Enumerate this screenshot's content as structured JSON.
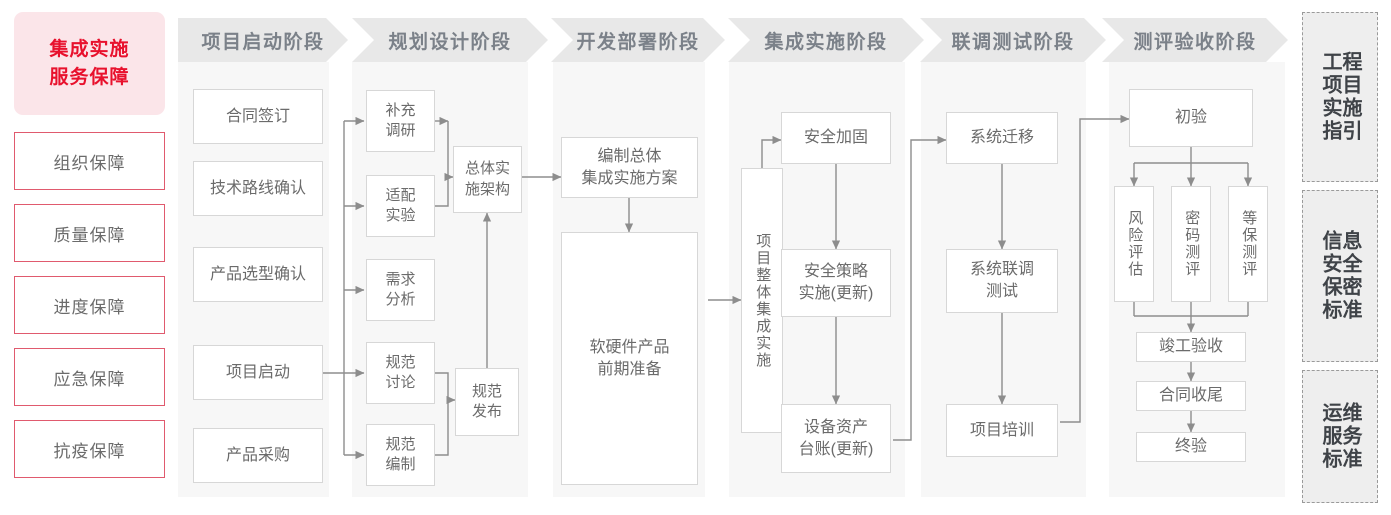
{
  "title": "集成实施服务保障",
  "colors": {
    "accent_red": "#e8112d",
    "accent_red_border": "#e05a6e",
    "title_bg": "#fbe5e9",
    "header_bg": "#e8e8e8",
    "header_text": "#7b8189",
    "column_bg": "#f7f7f7",
    "node_border": "#d7d7d7",
    "node_text": "#6b6b6b",
    "wire": "#8d8d8d",
    "sidebar_bg": "#eeeeee",
    "sidebar_border": "#9a9a9a"
  },
  "left_panel": {
    "title": "集成实施\n服务保障",
    "title_line1": "集成实施",
    "title_line2": "服务保障",
    "items": [
      {
        "label": "组织保障"
      },
      {
        "label": "质量保障"
      },
      {
        "label": "进度保障"
      },
      {
        "label": "应急保障"
      },
      {
        "label": "抗疫保障"
      }
    ]
  },
  "phases": [
    {
      "id": "startup",
      "header": "项目启动阶段",
      "nodes": [
        {
          "id": "contract",
          "label": "合同签订"
        },
        {
          "id": "techroute",
          "label": "技术路线确认"
        },
        {
          "id": "product",
          "label": "产品选型确认"
        },
        {
          "id": "kickoff",
          "label": "项目启动"
        },
        {
          "id": "purchase",
          "label": "产品采购"
        }
      ]
    },
    {
      "id": "planning",
      "header": "规划设计阶段",
      "nodes": [
        {
          "id": "survey",
          "label": "补充\n调研",
          "l1": "补充",
          "l2": "调研"
        },
        {
          "id": "adapt",
          "label": "适配\n实验",
          "l1": "适配",
          "l2": "实验"
        },
        {
          "id": "demand",
          "label": "需求\n分析",
          "l1": "需求",
          "l2": "分析"
        },
        {
          "id": "specdisc",
          "label": "规范\n讨论",
          "l1": "规范",
          "l2": "讨论"
        },
        {
          "id": "specwrite",
          "label": "规范\n编制",
          "l1": "规范",
          "l2": "编制"
        },
        {
          "id": "arch",
          "label": "总体实\n施架构",
          "l1": "总体实",
          "l2": "施架构"
        },
        {
          "id": "specpub",
          "label": "规范\n发布",
          "l1": "规范",
          "l2": "发布"
        }
      ]
    },
    {
      "id": "develop",
      "header": "开发部署阶段",
      "nodes": [
        {
          "id": "plan",
          "label": "编制总体\n集成实施方案",
          "l1": "编制总体",
          "l2": "集成实施方案"
        },
        {
          "id": "prepare",
          "label": "软硬件产品\n前期准备",
          "l1": "软硬件产品",
          "l2": "前期准备"
        }
      ]
    },
    {
      "id": "integration",
      "header": "集成实施阶段",
      "nodes": [
        {
          "id": "overall",
          "label": "项目整体集成实施"
        },
        {
          "id": "harden",
          "label": "安全加固"
        },
        {
          "id": "policy",
          "label": "安全策略\n实施(更新)",
          "l1": "安全策略",
          "l2": "实施(更新)"
        },
        {
          "id": "assets",
          "label": "设备资产\n台账(更新)",
          "l1": "设备资产",
          "l2": "台账(更新)"
        }
      ]
    },
    {
      "id": "testing",
      "header": "联调测试阶段",
      "nodes": [
        {
          "id": "migrate",
          "label": "系统迁移"
        },
        {
          "id": "jointest",
          "label": "系统联调\n测试",
          "l1": "系统联调",
          "l2": "测试"
        },
        {
          "id": "training",
          "label": "项目培训"
        }
      ]
    },
    {
      "id": "acceptance",
      "header": "测评验收阶段",
      "nodes": [
        {
          "id": "prelim",
          "label": "初验"
        },
        {
          "id": "risk",
          "label": "风险评估"
        },
        {
          "id": "crypto",
          "label": "密码测评"
        },
        {
          "id": "grade",
          "label": "等保测评"
        },
        {
          "id": "complete",
          "label": "竣工验收"
        },
        {
          "id": "closeout",
          "label": "合同收尾"
        },
        {
          "id": "final",
          "label": "终验"
        }
      ]
    }
  ],
  "sidebar": {
    "panels": [
      {
        "id": "guide",
        "col_right": "程目施引",
        "col_left": "工项实指",
        "full": "工程项目实施指引"
      },
      {
        "id": "security",
        "col_right": "息全密准",
        "col_left": "信安保标",
        "full": "信息安全保密标准"
      },
      {
        "id": "ops",
        "col_right": "维务准",
        "col_left": "运服标",
        "full": "运维服务标准"
      }
    ]
  }
}
